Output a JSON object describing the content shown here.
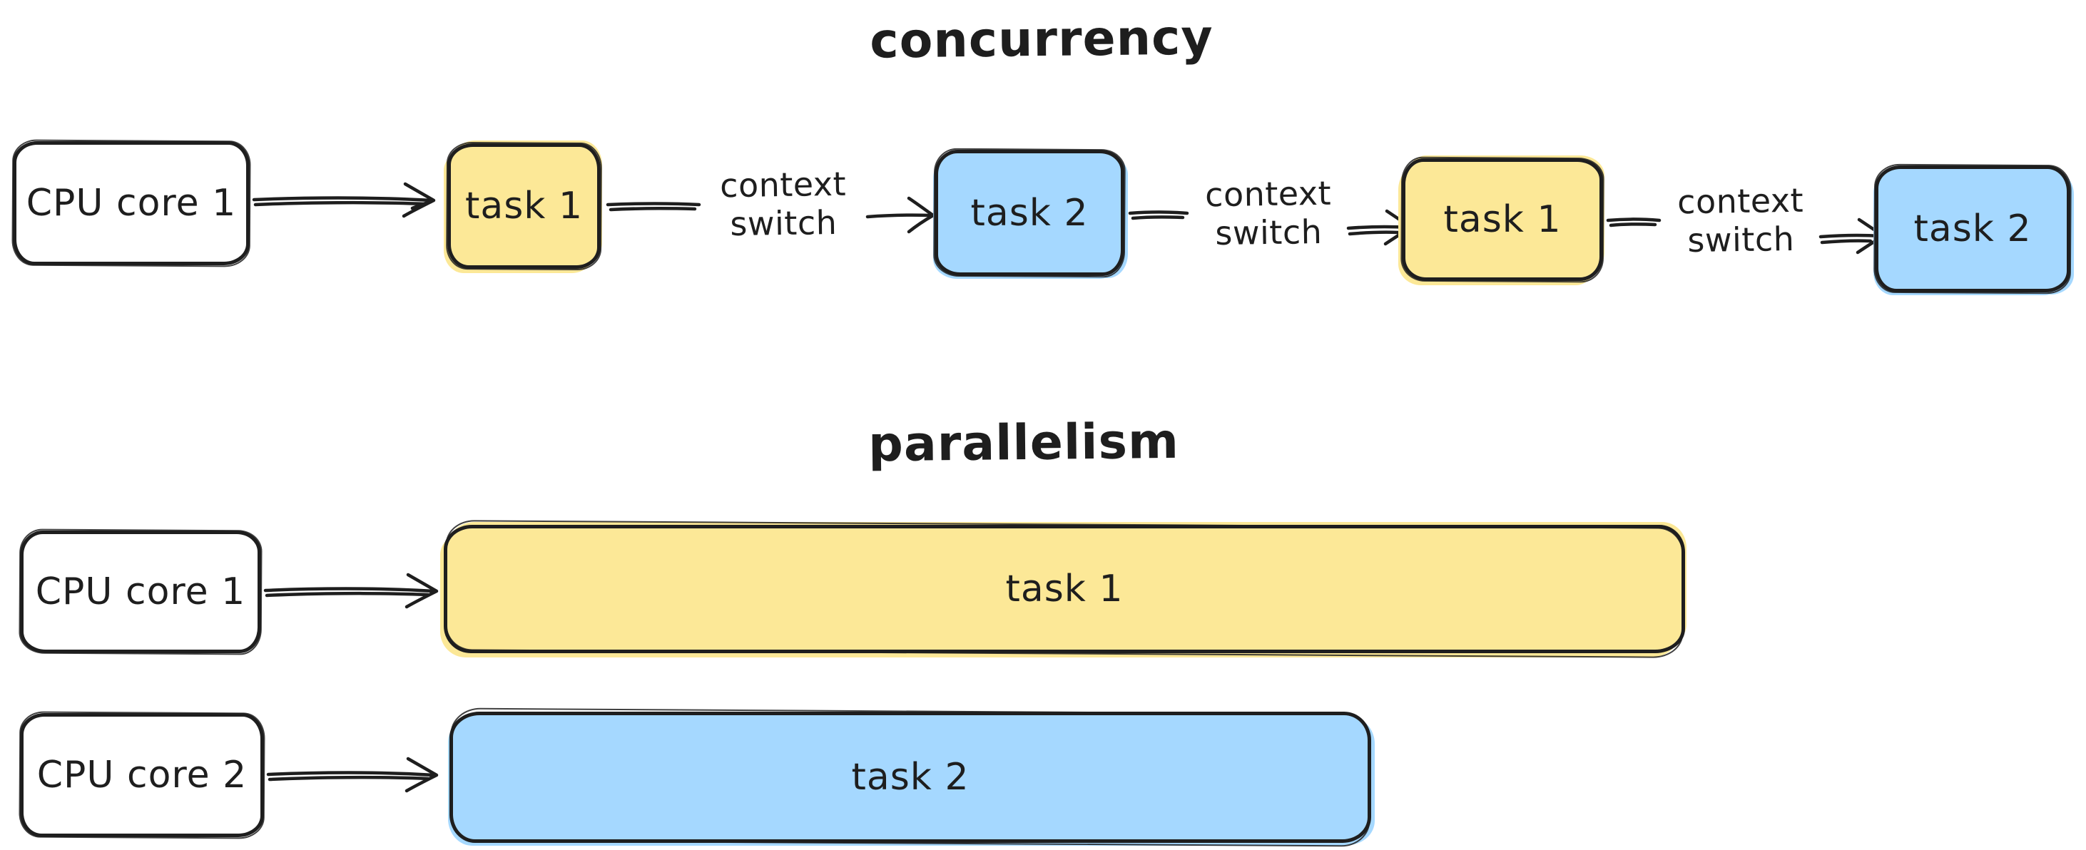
{
  "colors": {
    "yellow": "#fce897",
    "blue": "#a5d8ff",
    "stroke": "#1e1e1e",
    "background": "#ffffff"
  },
  "sections": {
    "concurrency": {
      "title": "concurrency",
      "cpu_box": {
        "label": "CPU core 1"
      },
      "timeline": [
        {
          "label": "task 1",
          "color": "yellow"
        },
        {
          "label": "task 2",
          "color": "blue"
        },
        {
          "label": "task 1",
          "color": "yellow"
        },
        {
          "label": "task 2",
          "color": "blue"
        }
      ],
      "connectors": [
        {
          "label": "context switch"
        },
        {
          "label": "context switch"
        },
        {
          "label": "context switch"
        }
      ]
    },
    "parallelism": {
      "title": "parallelism",
      "rows": [
        {
          "cpu_label": "CPU core 1",
          "task_label": "task 1",
          "color": "yellow"
        },
        {
          "cpu_label": "CPU core 2",
          "task_label": "task 2",
          "color": "blue"
        }
      ]
    }
  }
}
